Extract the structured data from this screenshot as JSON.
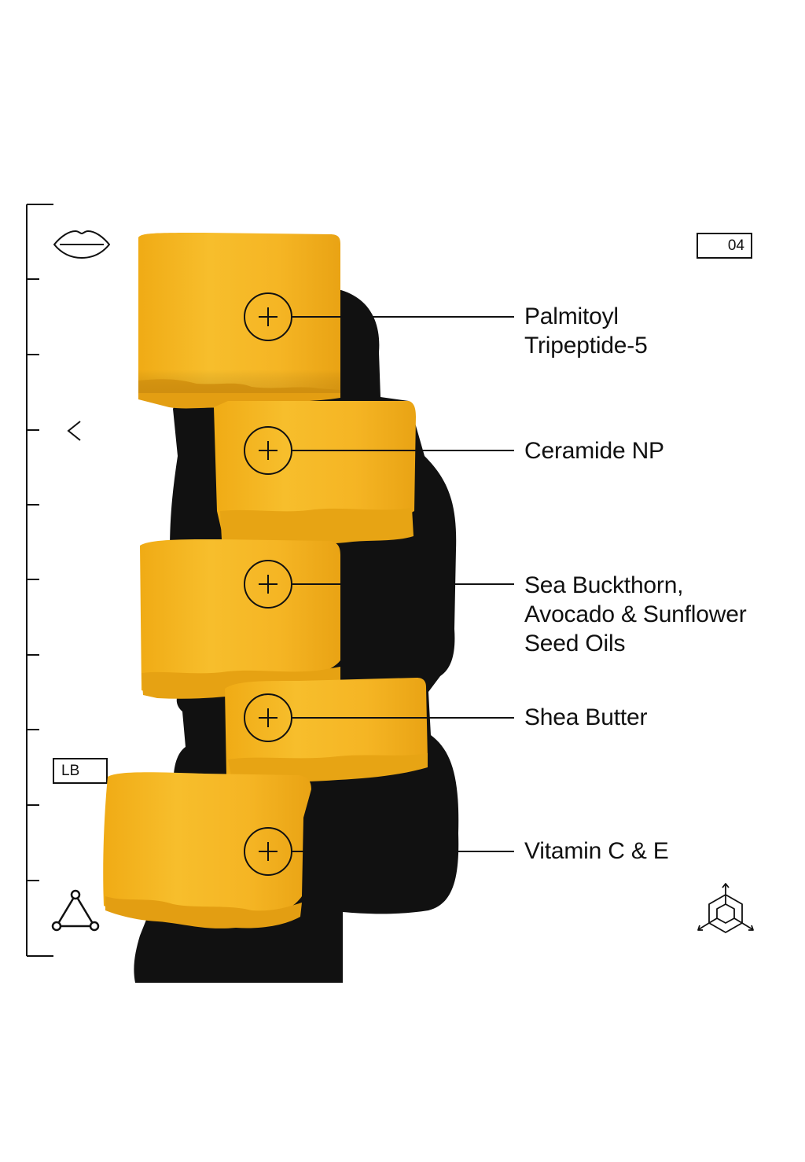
{
  "badges": {
    "top_right": "04",
    "left": "LB"
  },
  "colors": {
    "wax": "#f4b421",
    "wax_shadow": "#d99a10",
    "shadow": "#111111",
    "ink": "#111111"
  },
  "icons": [
    "lips-icon",
    "chevron-left-icon",
    "triangle-nodes-icon",
    "cube-axes-icon",
    "plus-circle-icon"
  ],
  "ingredients": [
    {
      "label": "Palmitoyl\nTripeptide-5"
    },
    {
      "label": "Ceramide NP"
    },
    {
      "label": "Sea Buckthorn,\nAvocado & Sunflower\nSeed Oils"
    },
    {
      "label": "Shea Butter"
    },
    {
      "label": "Vitamin C & E"
    }
  ]
}
